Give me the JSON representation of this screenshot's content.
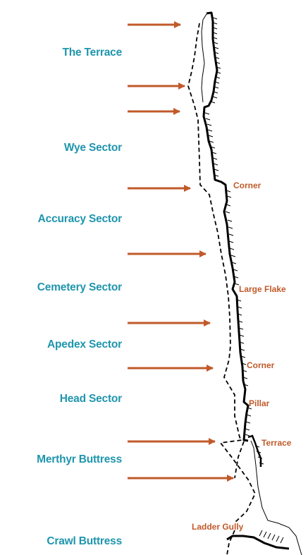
{
  "colors": {
    "sector_label": "#1f95ad",
    "feature_label": "#c05a2a",
    "arrow": "#c05a2a",
    "line": "#000000"
  },
  "sectors": [
    {
      "label": "The Terrace"
    },
    {
      "label": "Wye Sector"
    },
    {
      "label": "Accuracy Sector"
    },
    {
      "label": "Cemetery Sector"
    },
    {
      "label": "Apedex Sector"
    },
    {
      "label": "Head Sector"
    },
    {
      "label": "Merthyr Buttress"
    },
    {
      "label": "Crawl Buttress"
    }
  ],
  "features": [
    {
      "label": "Corner"
    },
    {
      "label": "Large Flake"
    },
    {
      "label": "Corner"
    },
    {
      "label": "Pillar"
    },
    {
      "label": "Terrace"
    },
    {
      "label": "Ladder Gully"
    }
  ]
}
